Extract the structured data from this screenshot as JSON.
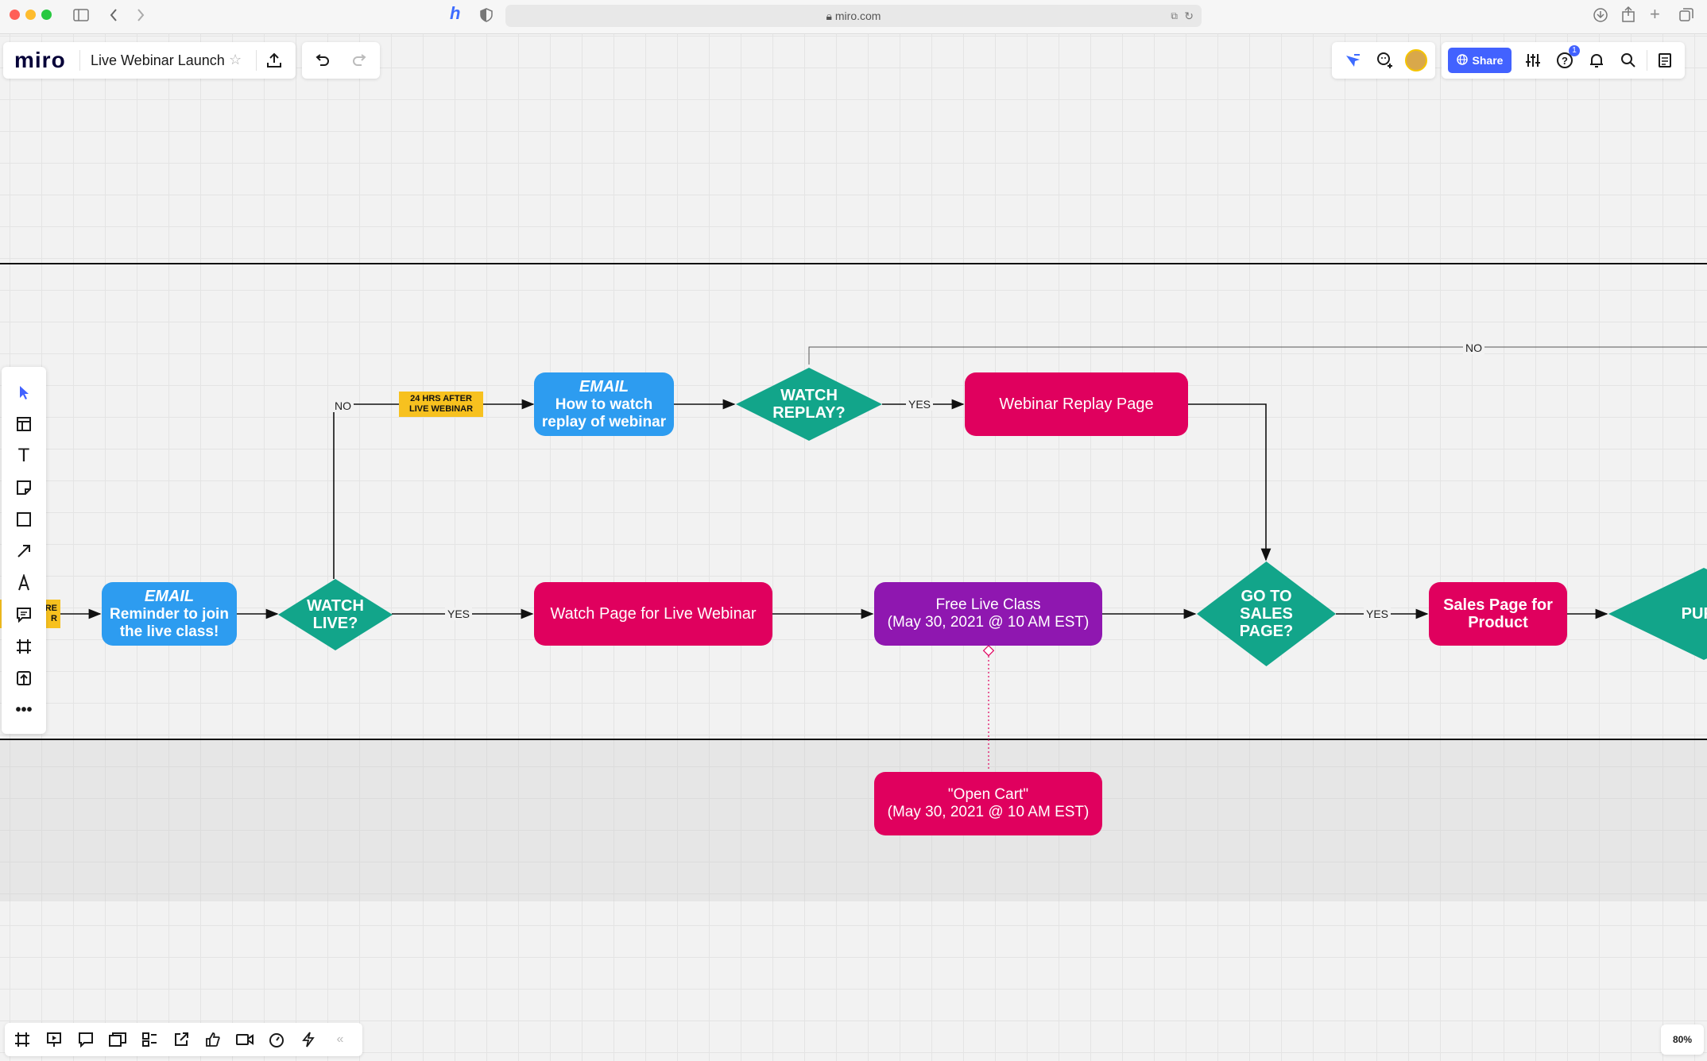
{
  "browser": {
    "url": "miro.com"
  },
  "board": {
    "logo": "miro",
    "title": "Live Webinar Launch",
    "zoom": "80%"
  },
  "topbar": {
    "share_label": "Share",
    "help_badge": "1"
  },
  "nodes": {
    "cut_sticky_line1": "RE",
    "cut_sticky_line2": "R",
    "email_reminder_head": "EMAIL",
    "email_reminder_line1": "Reminder to join",
    "email_reminder_line2": "the live class!",
    "watch_live_line1": "WATCH",
    "watch_live_line2": "LIVE?",
    "sticky_line1": "24 HRS AFTER",
    "sticky_line2": "LIVE WEBINAR",
    "email_replay_head": "EMAIL",
    "email_replay_line1": "How to watch",
    "email_replay_line2": "replay of webinar",
    "watch_replay_line1": "WATCH",
    "watch_replay_line2": "REPLAY?",
    "replay_page": "Webinar Replay Page",
    "watch_page": "Watch Page for Live Webinar",
    "free_class_line1": "Free Live Class",
    "free_class_line2": "(May 30, 2021 @ 10 AM EST)",
    "sales_q_line1": "GO TO",
    "sales_q_line2": "SALES",
    "sales_q_line3": "PAGE?",
    "sales_page_line1": "Sales Page for",
    "sales_page_line2": "Product",
    "purchase_cut": "PURC",
    "open_cart_line1": "\"Open Cart\"",
    "open_cart_line2": "(May 30, 2021 @ 10 AM EST)"
  },
  "edge_labels": {
    "no_top": "NO",
    "no_far": "NO",
    "yes_replay": "YES",
    "yes_live": "YES",
    "yes_sales": "YES"
  },
  "colors": {
    "email_blue": "#2d9cf0",
    "decision_green": "#12a58a",
    "page_pink": "#e0005e",
    "class_purple": "#8f17b0",
    "sticky_yellow": "#f7c11f",
    "share_blue": "#4262ff"
  },
  "icons": {
    "left_toolbar": [
      "select-cursor-icon",
      "templates-icon",
      "text-icon",
      "sticky-note-icon",
      "shape-icon",
      "connection-line-icon",
      "pen-icon",
      "comment-icon",
      "frame-icon",
      "upload-icon",
      "more-tools-icon"
    ],
    "bottom_toolbar": [
      "frames-icon",
      "presentation-icon",
      "comments-icon",
      "cards-icon",
      "kanban-icon",
      "embed-icon",
      "reactions-icon",
      "video-call-icon",
      "timer-icon",
      "lightning-icon",
      "collapse-icon"
    ]
  }
}
